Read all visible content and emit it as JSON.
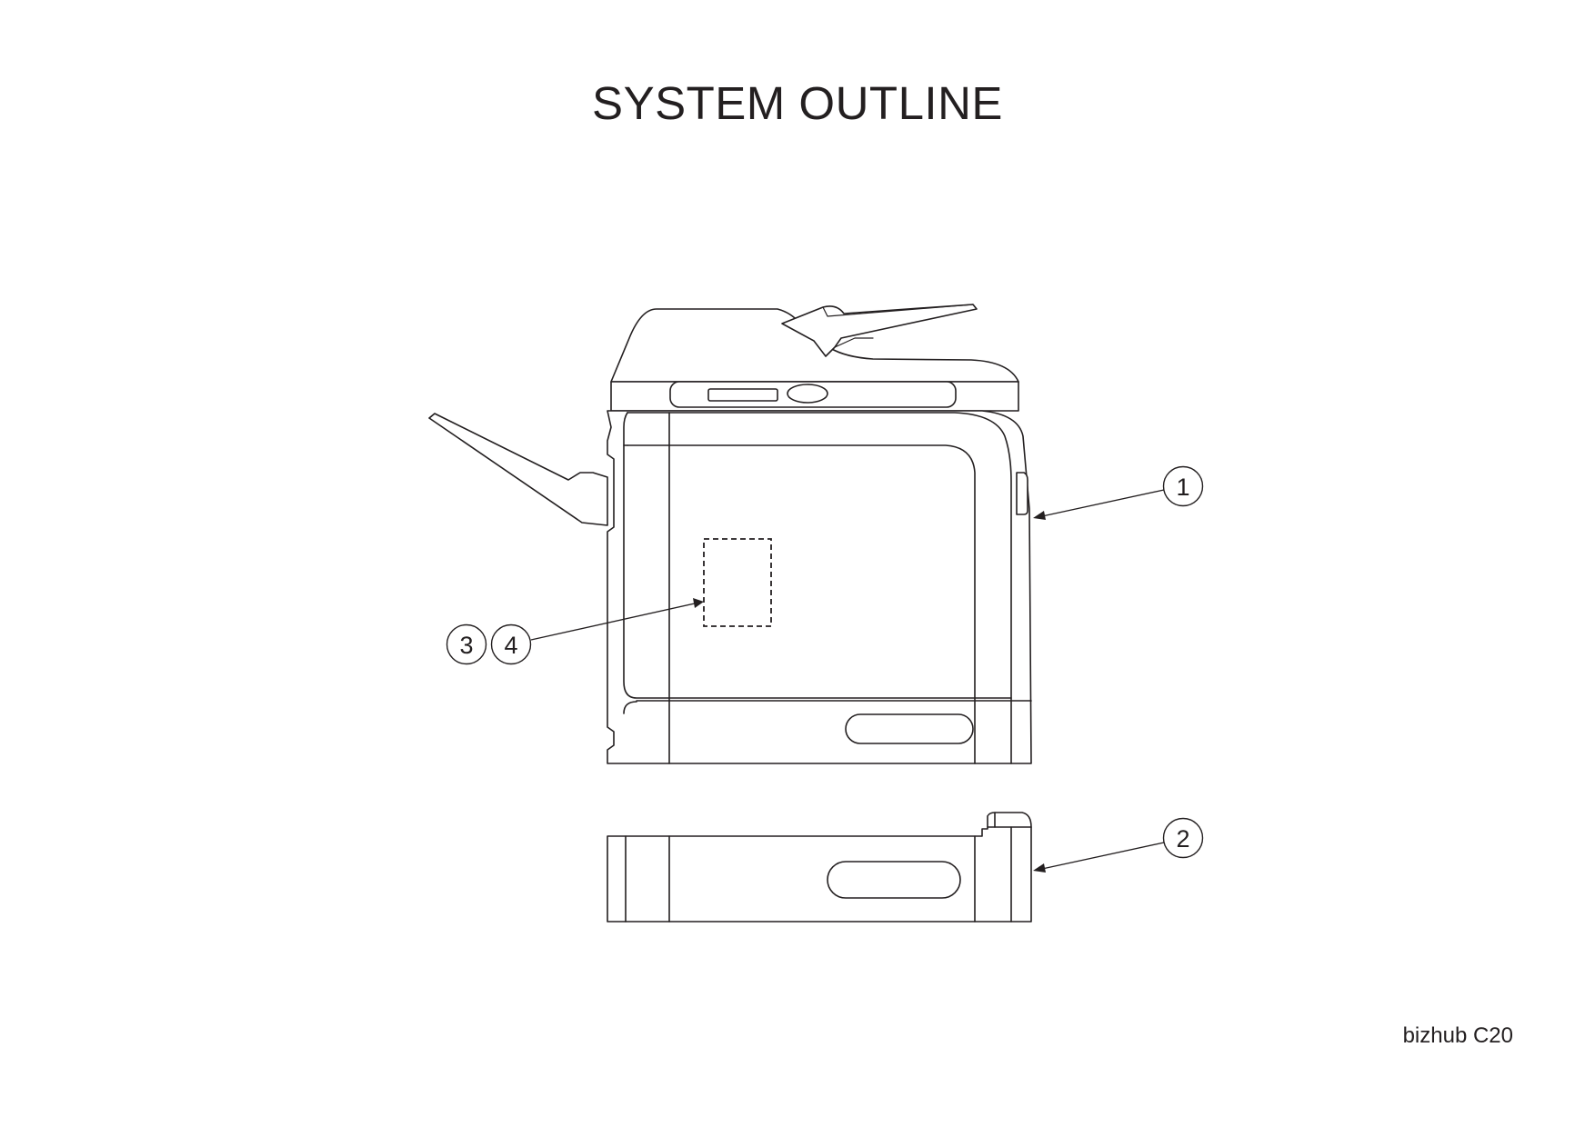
{
  "title": "SYSTEM OUTLINE",
  "model": "bizhub C20",
  "callouts": {
    "c1": "1",
    "c2": "2",
    "c3": "3",
    "c4": "4"
  }
}
